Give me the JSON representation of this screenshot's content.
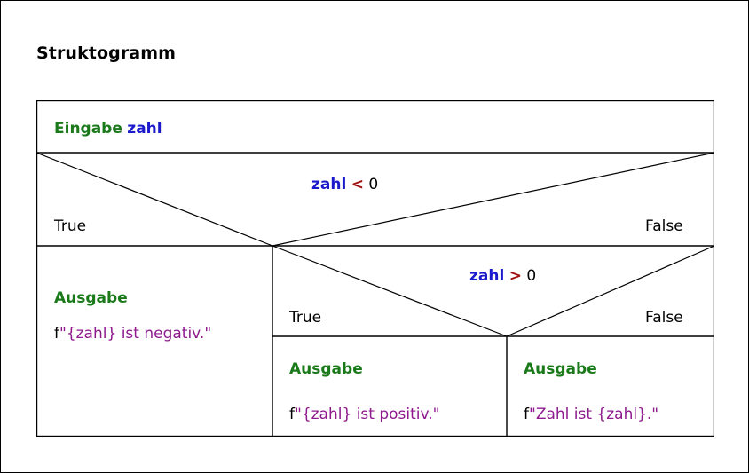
{
  "page": {
    "title": "Struktogramm",
    "background_color": "#ffffff",
    "border_color": "#000000"
  },
  "colors": {
    "keyword_green": "#1a7a1a",
    "variable_blue": "#1a1acc",
    "operator_red": "#a01010",
    "string_purple": "#8e1a8e",
    "line_black": "#000000"
  },
  "diagram": {
    "type": "nassi-shneiderman-structogram",
    "input_block": {
      "keyword": "Eingabe",
      "variable": "zahl"
    },
    "outer_condition": {
      "variable": "zahl",
      "operator": "<",
      "value": "0",
      "true_label": "True",
      "false_label": "False"
    },
    "true_branch_output": {
      "keyword": "Ausgabe",
      "f_prefix": "f",
      "string": "\"{zahl} ist negativ.\""
    },
    "inner_condition": {
      "variable": "zahl",
      "operator": ">",
      "value": "0",
      "true_label": "True",
      "false_label": "False"
    },
    "inner_true_output": {
      "keyword": "Ausgabe",
      "f_prefix": "f",
      "string": "\"{zahl} ist positiv.\""
    },
    "inner_false_output": {
      "keyword": "Ausgabe",
      "f_prefix": "f",
      "string": "\"Zahl ist {zahl}.\""
    }
  }
}
